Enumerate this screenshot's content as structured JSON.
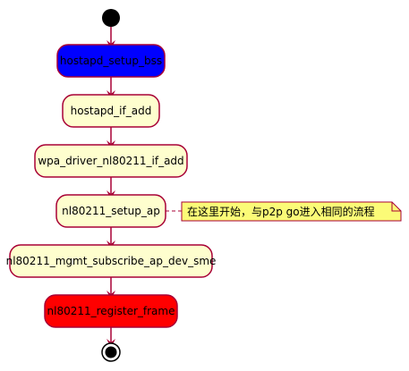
{
  "flow": {
    "nodes": [
      {
        "id": "n1",
        "label": "hostapd_setup_bss",
        "fill": "#0000ff"
      },
      {
        "id": "n2",
        "label": "hostapd_if_add",
        "fill": "#fefece"
      },
      {
        "id": "n3",
        "label": "wpa_driver_nl80211_if_add",
        "fill": "#fefece"
      },
      {
        "id": "n4",
        "label": "nl80211_setup_ap",
        "fill": "#fefece"
      },
      {
        "id": "n5",
        "label": "nl80211_mgmt_subscribe_ap_dev_sme",
        "fill": "#fefece"
      },
      {
        "id": "n6",
        "label": "nl80211_register_frame",
        "fill": "#ff0000"
      }
    ],
    "note": {
      "text": "在这里开始，与p2p go进入相同的流程",
      "fill": "#fbfb77"
    }
  },
  "colors": {
    "edge": "#a80036",
    "border": "#a80036",
    "start": "#000000"
  }
}
